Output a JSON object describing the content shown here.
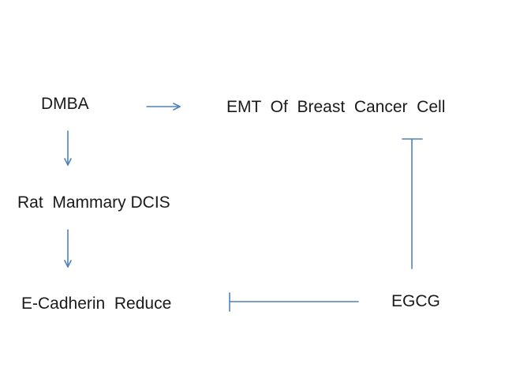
{
  "diagram": {
    "nodes": {
      "dmba": "DMBA",
      "emt": "EMT  Of  Breast  Cancer  Cell",
      "dcis": "Rat  Mammary DCIS",
      "ecadherin": "E-Cadherin  Reduce",
      "egcg": "EGCG"
    },
    "edges": [
      {
        "from": "dmba",
        "to": "emt",
        "type": "activates"
      },
      {
        "from": "dmba",
        "to": "dcis",
        "type": "activates"
      },
      {
        "from": "dcis",
        "to": "ecadherin",
        "type": "activates"
      },
      {
        "from": "egcg",
        "to": "ecadherin",
        "type": "inhibits"
      },
      {
        "from": "egcg",
        "to": "emt",
        "type": "inhibits"
      }
    ],
    "colors": {
      "edge": "#4f81bd",
      "text": "#1a1a1a"
    }
  }
}
